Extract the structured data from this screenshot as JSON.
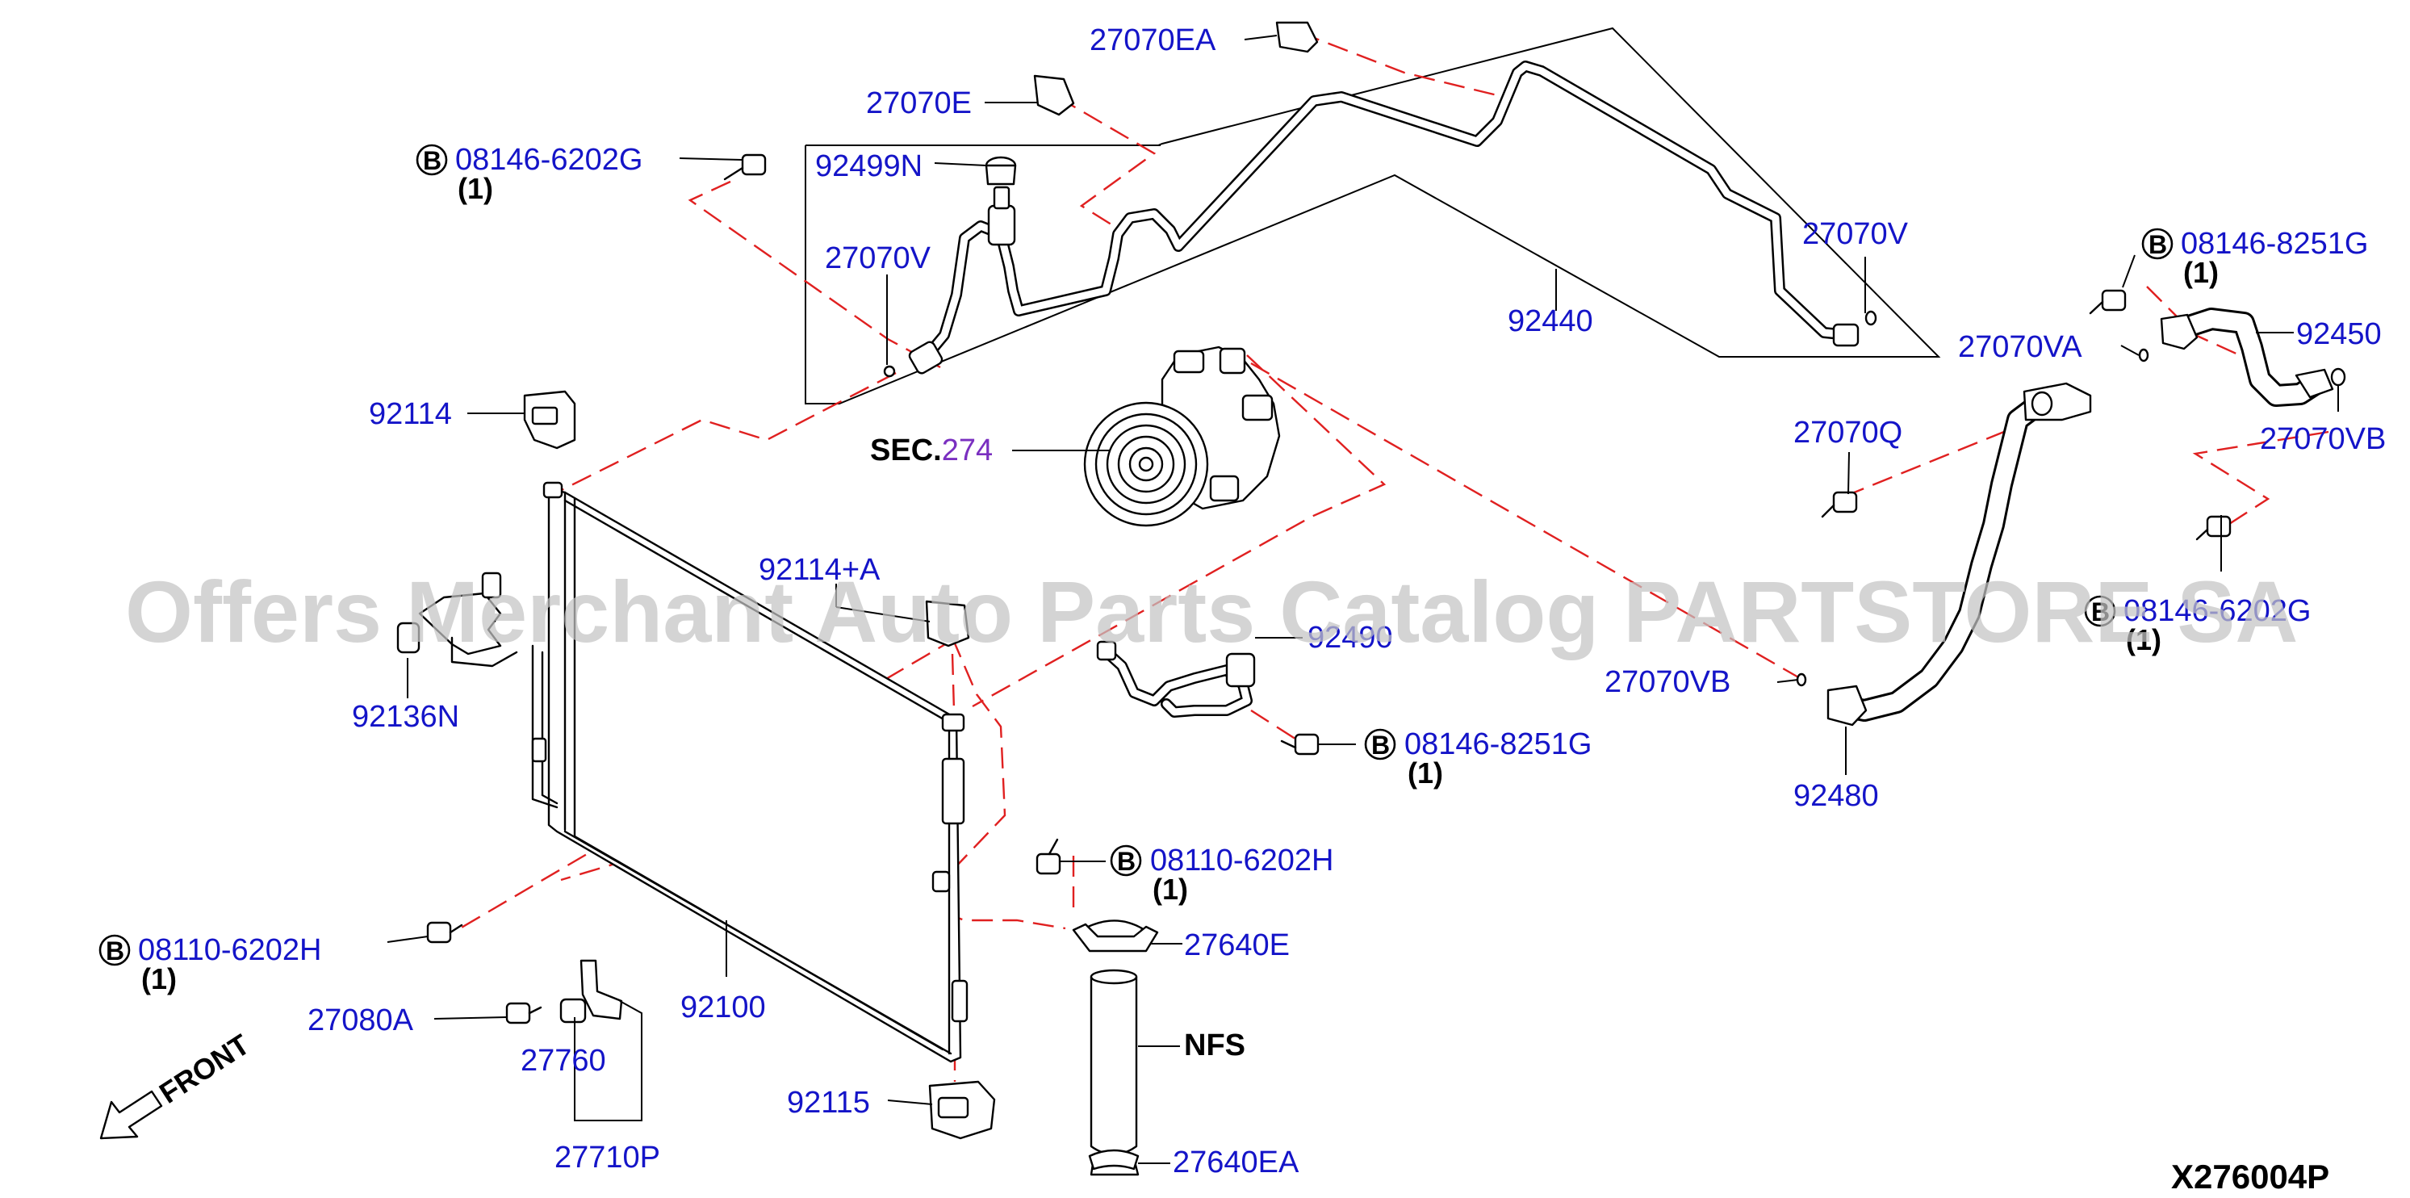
{
  "diagram_code": "X276004P",
  "watermark": "Offers Merchant Auto Parts Catalog PARTSTORE SA",
  "front_label": "FRONT",
  "bolt_marker": "B",
  "section_ref": {
    "prefix": "SEC.",
    "number": "274"
  },
  "nfs_label": "NFS",
  "parts": {
    "p27070EA": "27070EA",
    "p27070E": "27070E",
    "p08146_6202G_a": "08146-6202G",
    "q08146_6202G_a": "(1)",
    "p92499N": "92499N",
    "p27070V_left": "27070V",
    "p92440": "92440",
    "p27070V_right": "27070V",
    "p08146_8251G_top": "08146-8251G",
    "q08146_8251G_top": "(1)",
    "p92450": "92450",
    "p27070VA": "27070VA",
    "p27070VB_top": "27070VB",
    "p27070Q": "27070Q",
    "p08146_6202G_b": "08146-6202G",
    "q08146_6202G_b": "(1)",
    "p27070VB_mid": "27070VB",
    "p92480": "92480",
    "p92114": "92114",
    "p92114A": "92114+A",
    "p92490": "92490",
    "p92136N": "92136N",
    "p08146_8251G_mid": "08146-8251G",
    "q08146_8251G_mid": "(1)",
    "p08110_6202H_mid": "08110-6202H",
    "q08110_6202H_mid": "(1)",
    "p08110_6202H_left": "08110-6202H",
    "q08110_6202H_left": "(1)",
    "p27640E": "27640E",
    "p92100": "92100",
    "p27080A": "27080A",
    "p27760": "27760",
    "p27710P": "27710P",
    "p92115": "92115",
    "p27640EA": "27640EA"
  }
}
